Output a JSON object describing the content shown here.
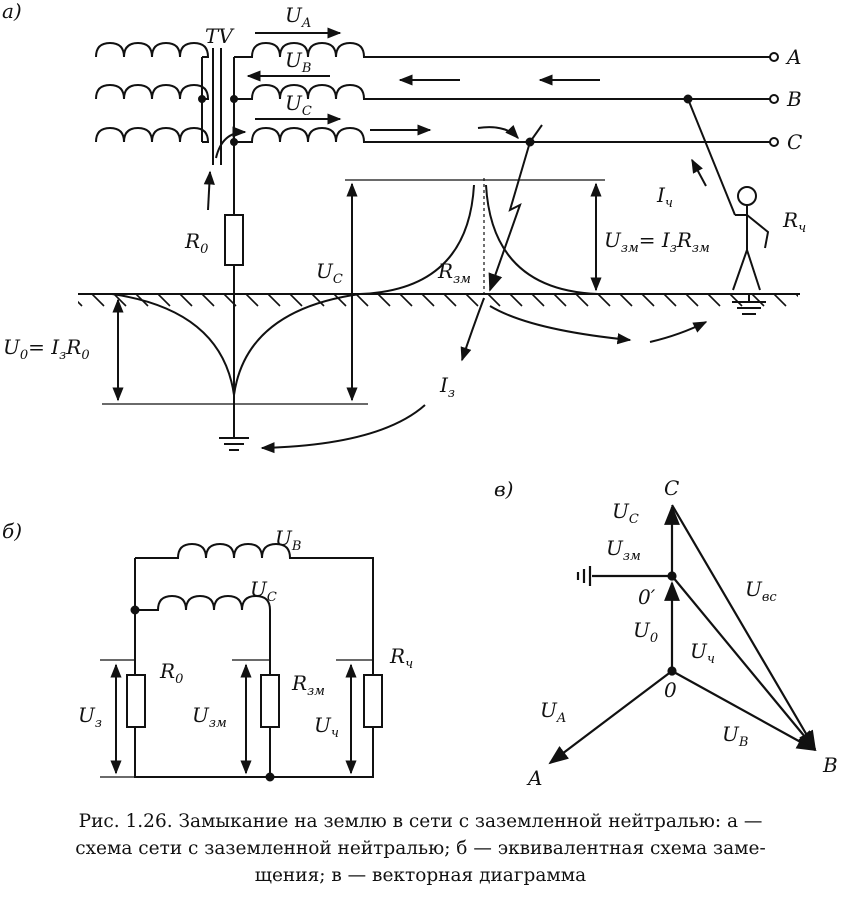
{
  "panel_a": {
    "tag": "а)",
    "transformer": "TV",
    "voltages": {
      "ua": "U",
      "ua_sub": "A",
      "ub": "U",
      "ub_sub": "B",
      "uc": "U",
      "uc_sub": "C"
    },
    "phases": [
      "A",
      "B",
      "C"
    ],
    "r0": "R",
    "r0_sub": "0",
    "uc_ground": "U",
    "uc_ground_sub": "C",
    "rzm": "R",
    "rzm_sub": "зм",
    "uzm_eq": "U",
    "uzm_eq_sub": "зм",
    "uzm_eq_rhs": "= I",
    "uzm_eq_rhs_sub": "з",
    "uzm_eq_r": "R",
    "uzm_eq_r_sub": "зм",
    "ich": "I",
    "ich_sub": "ч",
    "rch": "R",
    "rch_sub": "ч",
    "u0_eq": "U",
    "u0_eq_sub": "0",
    "u0_eq_rhs": "= I",
    "u0_eq_rhs_sub": "з",
    "u0_eq_r": "R",
    "u0_eq_r_sub": "0",
    "iz": "I",
    "iz_sub": "з"
  },
  "panel_b": {
    "tag": "б)",
    "ub": "U",
    "ub_sub": "B",
    "uc": "U",
    "uc_sub": "C",
    "r0": "R",
    "r0_sub": "0",
    "rzm": "R",
    "rzm_sub": "зм",
    "rch": "R",
    "rch_sub": "ч",
    "uz": "U",
    "uz_sub": "з",
    "uzm": "U",
    "uzm_sub": "зм",
    "uch": "U",
    "uch_sub": "ч"
  },
  "panel_c": {
    "tag": "в)",
    "point_c": "C",
    "point_a": "A",
    "point_b": "B",
    "point_0": "0",
    "point_0p": "0′",
    "uc": "U",
    "uc_sub": "C",
    "uzm": "U",
    "uzm_sub": "зм",
    "u0": "U",
    "u0_sub": "0",
    "uch": "U",
    "uch_sub": "ч",
    "ubc": "U",
    "ubc_sub": "вс",
    "ua": "U",
    "ua_sub": "A",
    "ub": "U",
    "ub_sub": "B"
  },
  "caption": {
    "line1": "Рис. 1.26. Замыкание на землю в сети с заземленной нейтралью: а —",
    "line2": "схема сети с заземленной нейтралью; б — эквивалентная схема заме-",
    "line3": "щения; в — векторная диаграмма"
  }
}
